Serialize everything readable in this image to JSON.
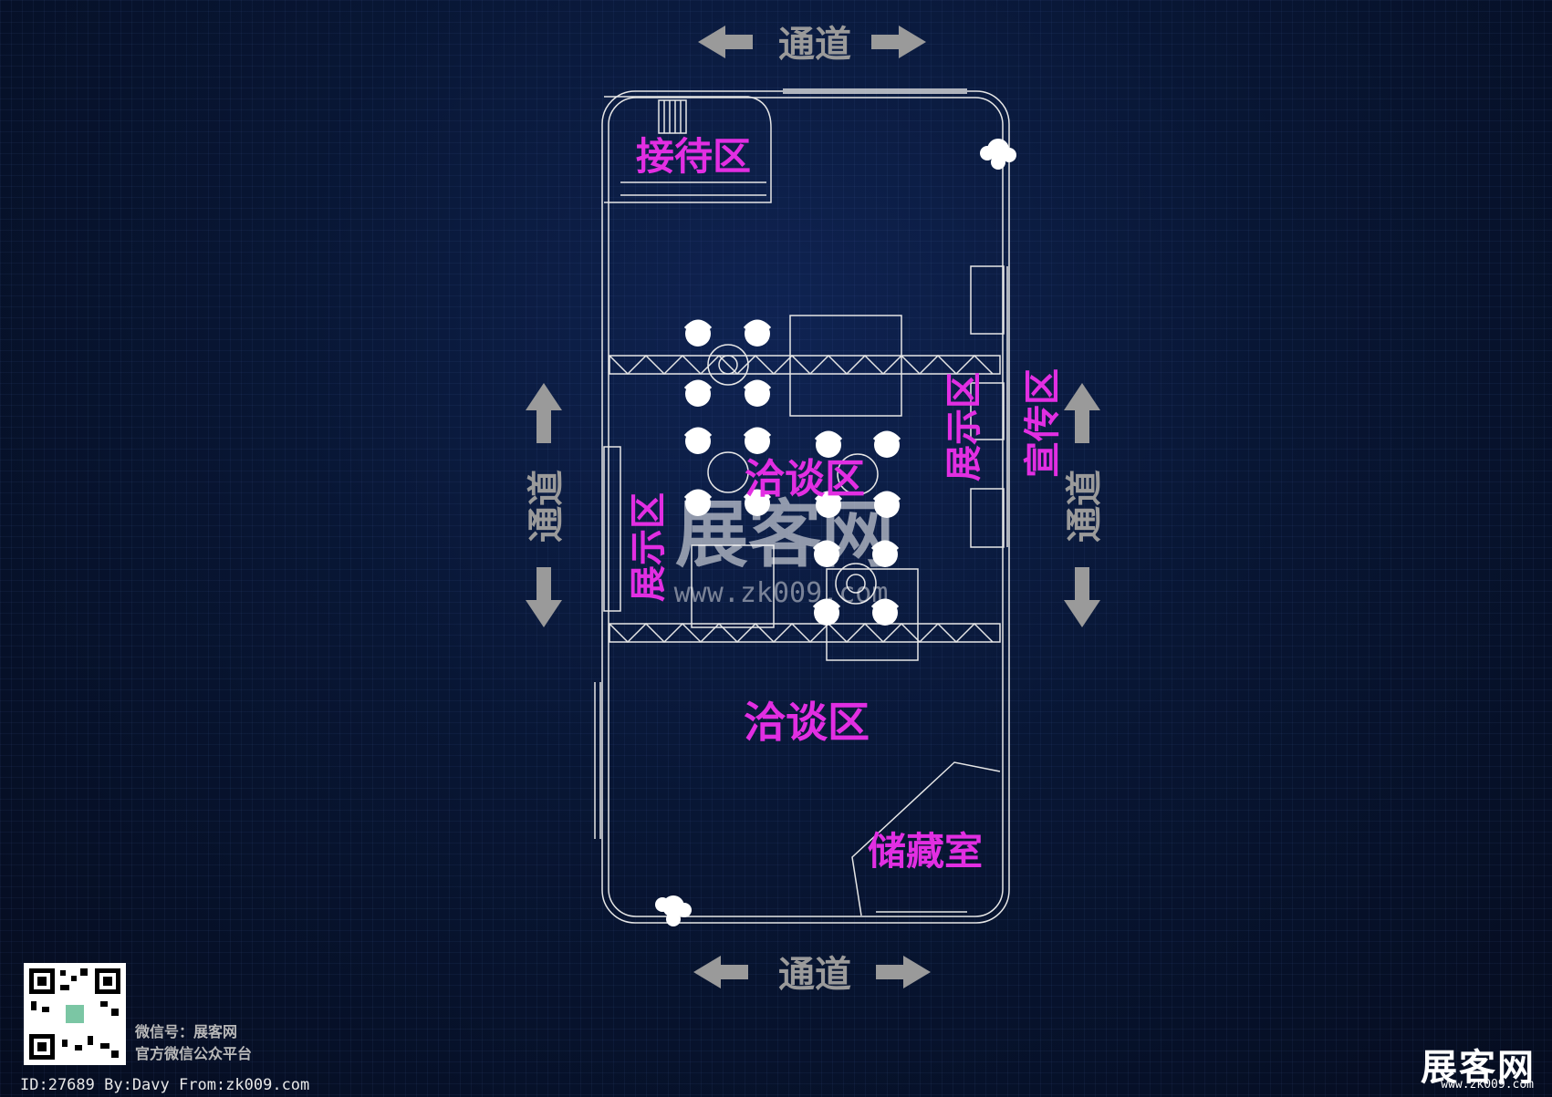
{
  "aisle_label": "通道",
  "zones": {
    "reception": "接待区",
    "negotiation_center": "洽谈区",
    "negotiation_lower": "洽谈区",
    "exhibition_left": "展示区",
    "exhibition_right": "展示区",
    "promotion": "宣传区",
    "storage": "储藏室"
  },
  "watermark": {
    "text": "展客网",
    "url": "www.zk009.com"
  },
  "wechat": {
    "line1": "微信号：展客网",
    "line2": "官方微信公众平台"
  },
  "footer_id": "ID:27689 By:Davy From:zk009.com",
  "logo": {
    "text": "展客网",
    "url": "www.zk009.com"
  },
  "colors": {
    "zone_label": "#e22ee2",
    "aisle": "#9a9a9a",
    "lines": "#e6e6e6"
  }
}
